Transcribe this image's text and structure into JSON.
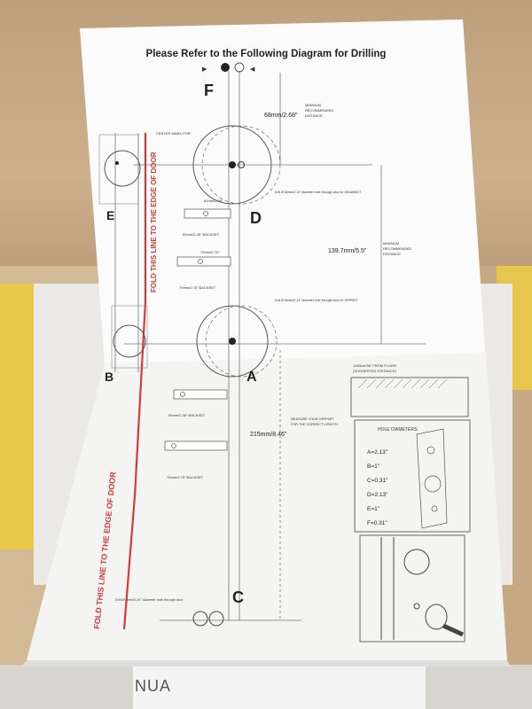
{
  "title": "Please Refer to the Following Diagram for Drilling",
  "letters": {
    "F": "F",
    "E": "E",
    "D": "D",
    "B": "B",
    "A": "A",
    "C": "C"
  },
  "fold_label": "FOLD THIS LINE TO THE EDGE OF DOOR",
  "dims": {
    "min_top": "68mm/2.68\"",
    "min_label": [
      "MINIMUM",
      "RECOMMENDED",
      "DISTANCE"
    ],
    "mid": "139.7mm/5.5\"",
    "low": "215mm/8.46\"",
    "measure": [
      "MEASURE YOUR GRIPSET",
      "FOR THE CORRECT LENGTH"
    ]
  },
  "center_mark": "CENTER MARK FOR:",
  "backset_60": "60mm/2.36\" BACKSET",
  "backset_70": "70mm/2.75\" BACKSET",
  "label_60": "60mm/2.36\"",
  "label_70": "70mm/2.75\"",
  "drill_d": "Drill Ø 54mm/2.13\" diameter hole through door for DEADBOLT",
  "drill_a": "Drill Ø 54mm/2.13\" diameter hole through door for GRIPSET",
  "drill_c": "Drill Ø 8mm/0.31\" diameter hole through door",
  "floor_note": [
    "1000cm/36\" FROM FLOOR",
    "(SUGGESTED DISTANCE)"
  ],
  "hole_title": "HOLE DIAMETERS:",
  "holes": [
    "A=2.13\"",
    "B=1\"",
    "C=0.31\"",
    "D=2.13\"",
    "E=1\"",
    "F=0.31\""
  ],
  "manual_text": "NUA"
}
